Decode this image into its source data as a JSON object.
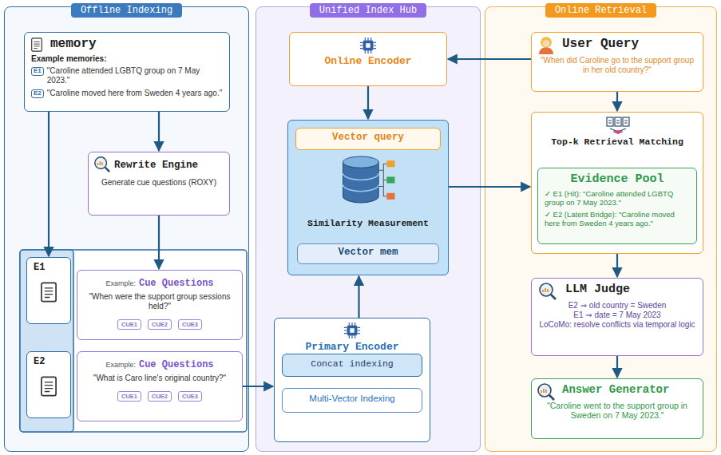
{
  "diagram": {
    "nodes": [
      {
        "text": [
          "Offline Indexing"
        ]
      },
      {
        "text": [
          "memory",
          "Example memories:",
          "E1",
          "\"Caroline attended LGBTQ group on 7 May 2023.\"",
          "E2",
          "\"Caroline moved here from Sweden 4 years ago.\""
        ],
        "in": 0
      },
      {
        "text": [
          "Rewrite Engine",
          "Generate cue questions (ROXY)"
        ],
        "in": 0
      },
      {
        "text": [
          "E1"
        ],
        "in": 0
      },
      {
        "text": [
          "Example:",
          "Cue Questions",
          "\"When were the support group sessions held?\"",
          "CUE1",
          "CUE2",
          "CUE3"
        ],
        "in": 0
      },
      {
        "text": [
          "E2"
        ],
        "in": 0
      },
      {
        "text": [
          "Example:",
          "Cue Questions",
          "\"What is Caro line's original country?\"",
          "CUE1",
          "CUE2",
          "CUE3"
        ],
        "in": 0
      },
      {
        "text": [
          "Unified Index Hub"
        ]
      },
      {
        "text": [
          "Online Encoder"
        ],
        "in": 7
      },
      {
        "text": [
          "Similarity Measurement"
        ],
        "in": 7
      },
      {
        "text": [
          "Vector query"
        ],
        "in": 9
      },
      {
        "text": [
          "Vector mem"
        ],
        "in": 9
      },
      {
        "text": [
          "Primary Encoder"
        ],
        "in": 7
      },
      {
        "text": [
          "Concat indexing"
        ],
        "in": 12
      },
      {
        "text": [
          "Multi-Vector Indexing"
        ],
        "in": 12
      },
      {
        "text": [
          "Online Retrieval"
        ]
      },
      {
        "text": [
          "User Query",
          "\"When did Caroline go to the support group in her old country?\""
        ],
        "in": 15
      },
      {
        "text": [
          "Top-k Retrieval Matching"
        ],
        "in": 15
      },
      {
        "text": [
          "Evidence Pool",
          "✓ E1 (Hit): \"Caroline attended LGBTQ group on 7 May 2023.\"",
          "✓ E2 (Latent Bridge): \"Caroline moved here from Sweden 4 years ago.\""
        ],
        "in": 17
      },
      {
        "text": [
          "LLM Judge",
          "E2 ⇒ old country = Sweden",
          "E1 ⇒ date = 7 May 2023",
          "LoCoMo: resolve conflicts via temporal logic"
        ],
        "in": 15
      },
      {
        "text": [
          "Answer Generator",
          "\"Caroline went to the support group in Sweden on 7 May 2023.\""
        ],
        "in": 15
      }
    ],
    "edges": [
      {
        "from": 1,
        "to": 3,
        "arrow": "to"
      },
      {
        "from": 1,
        "to": 2,
        "arrow": "to"
      },
      {
        "from": 2,
        "to": 4,
        "arrow": "to"
      },
      {
        "from": 6,
        "to": 12,
        "arrow": "to"
      },
      {
        "from": 12,
        "to": 9,
        "arrow": "to"
      },
      {
        "from": 16,
        "to": 8,
        "arrow": "to"
      },
      {
        "from": 8,
        "to": 9,
        "arrow": "to"
      },
      {
        "from": 9,
        "to": 17,
        "arrow": "to"
      },
      {
        "from": 16,
        "to": 17,
        "arrow": "to"
      },
      {
        "from": 17,
        "to": 19,
        "arrow": "to"
      },
      {
        "from": 19,
        "to": 20,
        "arrow": "to"
      }
    ]
  }
}
